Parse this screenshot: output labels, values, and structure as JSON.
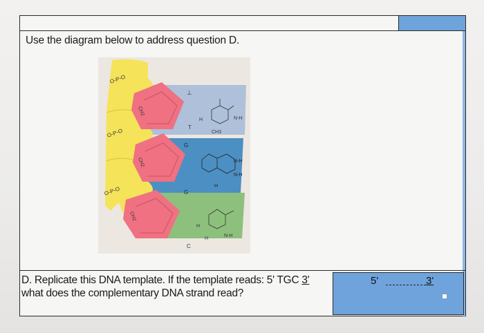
{
  "question_intro": "Use the diagram below to address question D.",
  "question_d": {
    "line1_prefix": "D. Replicate this DNA template. If the template reads:  5' TGC ",
    "line1_underlined": "3'",
    "line2": "what does the complementary DNA strand read?"
  },
  "answer": {
    "five_prime": "5'",
    "three_prime": "3'"
  },
  "diagram": {
    "phosphate_label": "O-P-O",
    "bases": [
      "T",
      "G",
      "C"
    ],
    "sugar_label": "CH2",
    "top_mark": "⊥",
    "methyl_label": "CH3",
    "colors": {
      "phosphate": "#f5e35a",
      "sugar": "#ef7182",
      "base_T": "#aec0da",
      "base_G": "#4c8fc3",
      "base_C": "#8dc07c"
    }
  }
}
